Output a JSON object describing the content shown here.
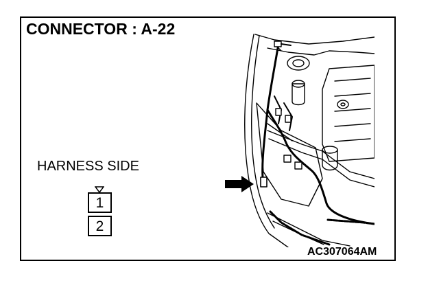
{
  "title": "CONNECTOR : A-22",
  "harness_label": "HARNESS SIDE",
  "pins": [
    "1",
    "2"
  ],
  "figure_code": "AC307064AM",
  "icons": {
    "engine_bay": "engine-compartment-illustration",
    "arrow": "locator-arrow-icon",
    "key": "connector-key-mark-icon"
  },
  "colors": {
    "line": "#000000",
    "background": "#ffffff"
  }
}
